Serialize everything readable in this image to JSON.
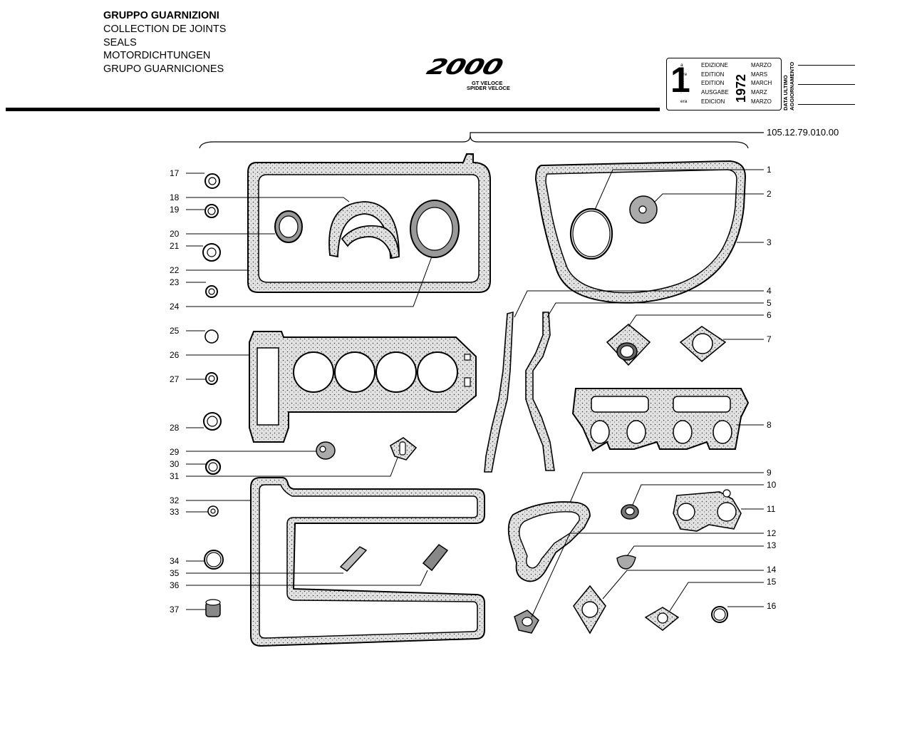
{
  "header": {
    "titles": [
      "GRUPPO GUARNIZIONI",
      "COLLECTION DE JOINTS",
      "SEALS",
      "MOTORDICHTUNGEN",
      "GRUPO GUARNICIONES"
    ]
  },
  "logo": {
    "model": "2000",
    "line1": "GT VELOCE",
    "line2": "SPIDER VELOCE"
  },
  "edition_box": {
    "number": "1",
    "suffixes": [
      "a",
      "ère",
      "st",
      ".",
      "era"
    ],
    "labels": [
      "EDIZIONE",
      "EDITION",
      "EDITION",
      "AUSGABE",
      "EDICION"
    ],
    "year": "1972",
    "months": [
      "MARZO",
      "MARS",
      "MARCH",
      "MARZ",
      "MARZO"
    ],
    "update_label_1": "DATA ULTIMO",
    "update_label_2": "AGGIORNAMENTO"
  },
  "part_number": "105.12.79.010.00",
  "callouts_left": [
    "17",
    "18",
    "19",
    "20",
    "21",
    "22",
    "23",
    "24",
    "25",
    "26",
    "27",
    "28",
    "29",
    "30",
    "31",
    "32",
    "33",
    "34",
    "35",
    "36",
    "37"
  ],
  "callouts_right": [
    "1",
    "2",
    "3",
    "4",
    "5",
    "6",
    "7",
    "8",
    "9",
    "10",
    "11",
    "12",
    "13",
    "14",
    "15",
    "16"
  ],
  "colors": {
    "ink": "#000000",
    "paper": "#ffffff",
    "gasket_fill": "#cfcfcf"
  }
}
